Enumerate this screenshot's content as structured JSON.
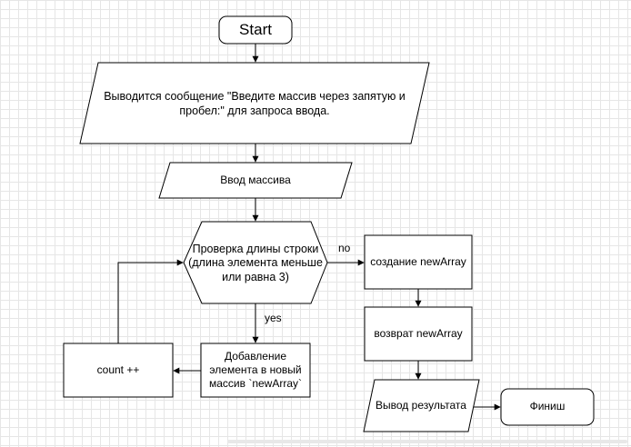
{
  "nodes": {
    "start": "Start",
    "message": "Выводится сообщение \"Введите массив через запятую и пробел:\" для запроса ввода.",
    "input_array": "Ввод массива",
    "check_length": "Проверка длины строки (длина элемента меньше или равна 3)",
    "create_new_array": "создание newArray",
    "return_new_array": "возврат newArray",
    "output_result": "Вывод результата",
    "finish": "Финиш",
    "add_element": "Добавление элемента в новый массив `newArray`",
    "count_inc": "count ++"
  },
  "edge_labels": {
    "no": "no",
    "yes": "yes"
  }
}
